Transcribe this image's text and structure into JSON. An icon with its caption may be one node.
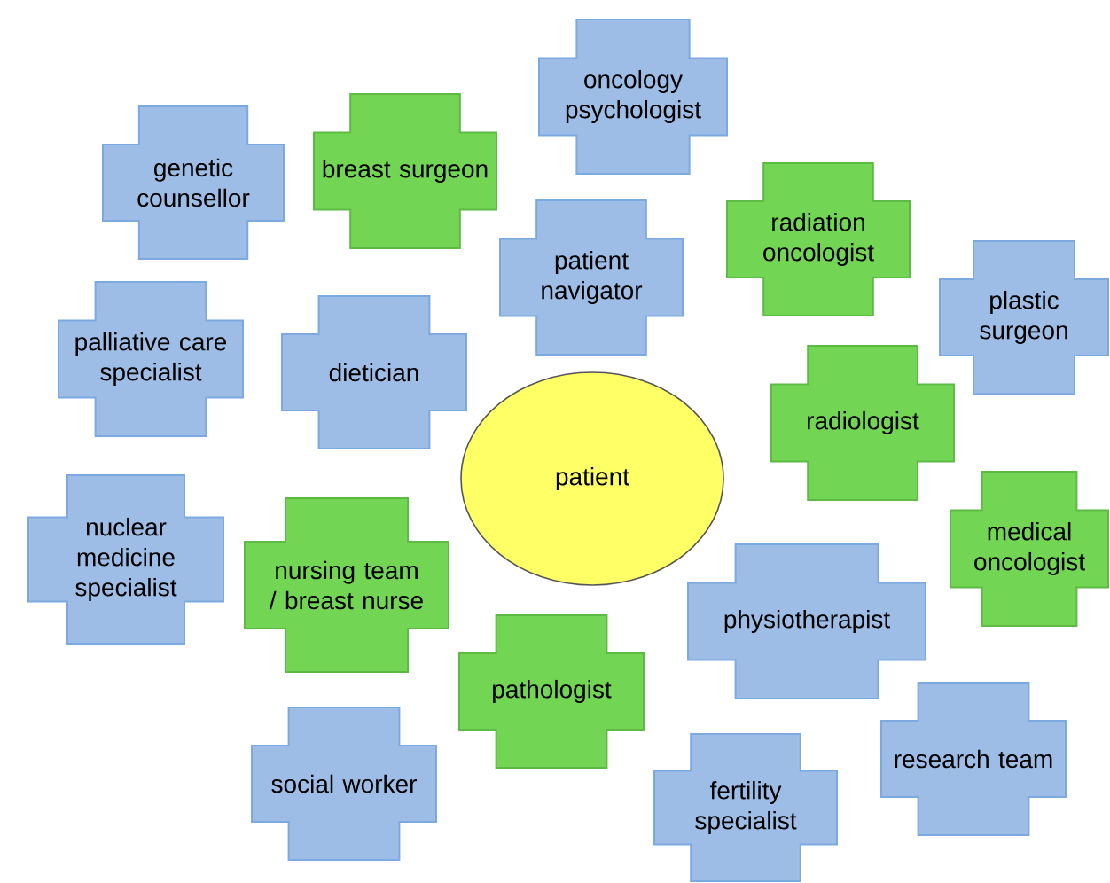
{
  "diagram": {
    "nodes": [
      {
        "text": [
          "oncology psychologist"
        ]
      },
      {
        "text": [
          "breast surgeon"
        ]
      },
      {
        "text": [
          "genetic counsellor"
        ]
      },
      {
        "text": [
          "radiation oncologist"
        ]
      },
      {
        "text": [
          "patient navigator"
        ]
      },
      {
        "text": [
          "plastic surgeon"
        ]
      },
      {
        "text": [
          "palliative care specialist"
        ]
      },
      {
        "text": [
          "dietician"
        ]
      },
      {
        "text": [
          "radiologist"
        ]
      },
      {
        "text": [
          "patient"
        ]
      },
      {
        "text": [
          "medical oncologist"
        ]
      },
      {
        "text": [
          "nuclear medicine specialist"
        ]
      },
      {
        "text": [
          "nursing team / breast nurse"
        ]
      },
      {
        "text": [
          "physiotherapist"
        ]
      },
      {
        "text": [
          "pathologist"
        ]
      },
      {
        "text": [
          "research team"
        ]
      },
      {
        "text": [
          "social worker"
        ]
      },
      {
        "text": [
          "fertility specialist"
        ]
      }
    ]
  }
}
